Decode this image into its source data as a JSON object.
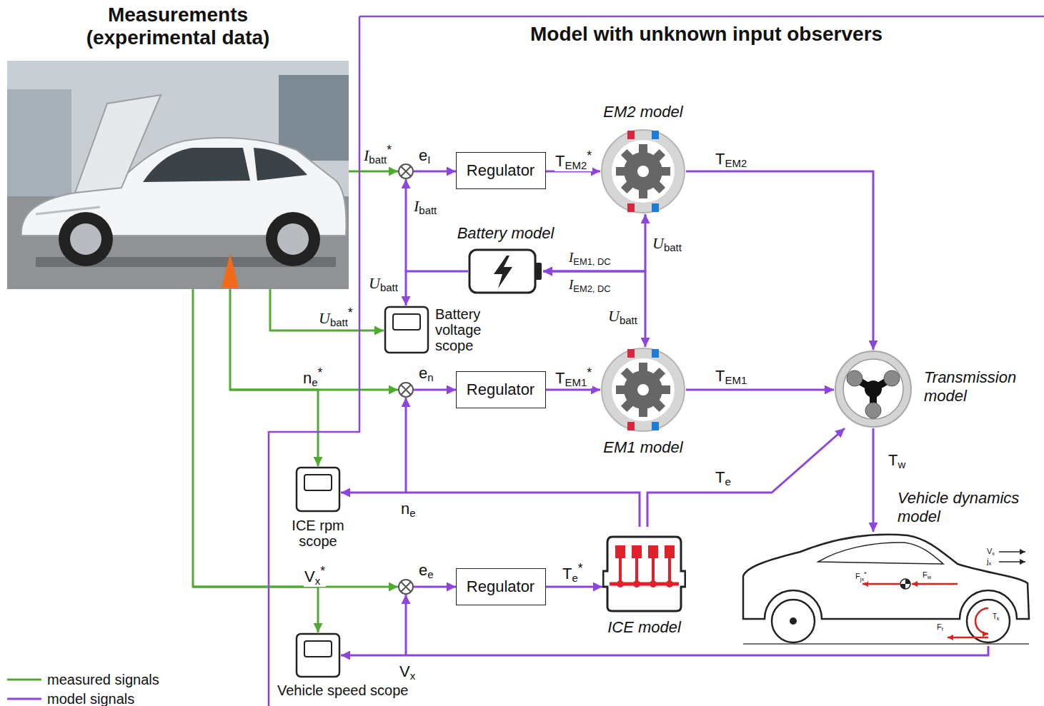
{
  "diagram": {
    "nodes": [
      {
        "text": [
          "Measurements (experimental data)"
        ]
      },
      {
        "text": [
          "Model with unknown input observers"
        ]
      },
      {
        "text": [
          "Regulator"
        ],
        "in": 1
      },
      {
        "text": [
          "EM2 model"
        ],
        "in": 1
      },
      {
        "text": [
          "Battery model"
        ],
        "in": 1
      },
      {
        "text": [
          "Battery voltage scope"
        ],
        "in": 1
      },
      {
        "text": [
          "Regulator"
        ],
        "in": 1
      },
      {
        "text": [
          "EM1 model"
        ],
        "in": 1
      },
      {
        "text": [
          "Transmission model"
        ],
        "in": 1
      },
      {
        "text": [
          "ICE rpm scope"
        ],
        "in": 1
      },
      {
        "text": [
          "ICE model"
        ],
        "in": 1
      },
      {
        "text": [
          "Vehicle dynamics model"
        ],
        "in": 1
      },
      {
        "text": [
          "Regulator"
        ],
        "in": 1
      },
      {
        "text": [
          "Vehicle speed scope"
        ],
        "in": 1
      }
    ],
    "edges": [
      {
        "from": 0,
        "to": 5,
        "arrow": "to",
        "label": "Ubatt*"
      },
      {
        "from": 0,
        "to": 9,
        "arrow": "to",
        "label": "ne*"
      },
      {
        "from": 0,
        "to": 13,
        "arrow": "to",
        "label": "Vx*"
      },
      {
        "from": 2,
        "to": 3,
        "arrow": "to",
        "label": "TEM2*"
      },
      {
        "from": 3,
        "to": 8,
        "arrow": "to",
        "label": "TEM2"
      },
      {
        "from": 4,
        "to": 5,
        "arrow": "to",
        "label": "Ubatt"
      },
      {
        "from": 4,
        "to": 3,
        "arrow": "both",
        "label": "Ubatt"
      },
      {
        "from": 4,
        "to": 7,
        "arrow": "both",
        "label": "Ubatt"
      },
      {
        "from": 6,
        "to": 7,
        "arrow": "to",
        "label": "TEM1*"
      },
      {
        "from": 7,
        "to": 8,
        "arrow": "to",
        "label": "TEM1"
      },
      {
        "from": 10,
        "to": 8,
        "arrow": "to",
        "label": "Te"
      },
      {
        "from": 10,
        "to": 9,
        "arrow": "to",
        "label": "ne"
      },
      {
        "from": 8,
        "to": 11,
        "arrow": "to",
        "label": "Tw"
      },
      {
        "from": 12,
        "to": 10,
        "arrow": "to",
        "label": "Te*"
      },
      {
        "from": 11,
        "to": 13,
        "arrow": "to",
        "label": "Vx"
      }
    ],
    "labels": [
      "Ibatt*",
      "eI",
      "Ibatt",
      "IEM1, DC",
      "IEM2, DC",
      "en",
      "ee",
      "Vx",
      "jx",
      "Fjx*",
      "Fw",
      "Ff",
      "Tk"
    ],
    "legend": [
      {
        "text": "measured signals"
      },
      {
        "text": "model signals"
      }
    ]
  }
}
